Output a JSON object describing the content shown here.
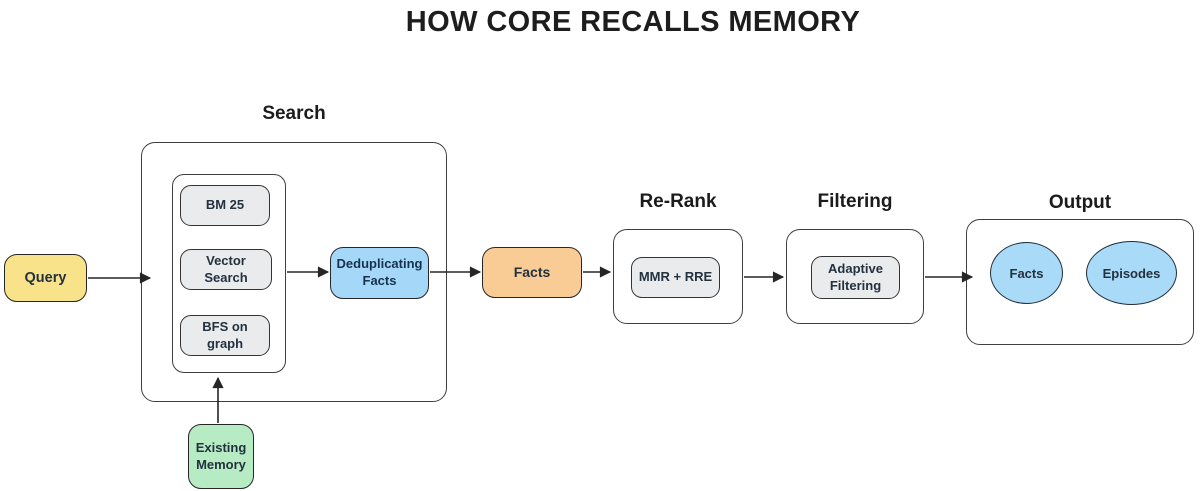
{
  "title": "HOW CORE RECALLS MEMORY",
  "groups": {
    "search": {
      "label": "Search"
    },
    "rerank": {
      "label": "Re-Rank"
    },
    "filtering": {
      "label": "Filtering"
    },
    "output": {
      "label": "Output"
    }
  },
  "nodes": {
    "query": {
      "label": "Query"
    },
    "bm25": {
      "label": "BM 25"
    },
    "vector_search": {
      "label": "Vector Search"
    },
    "bfs_on_graph": {
      "label": "BFS on graph"
    },
    "deduplicating_facts": {
      "label": "Deduplicating Facts"
    },
    "facts": {
      "label": "Facts"
    },
    "mmr_rre": {
      "label": "MMR + RRE"
    },
    "adaptive_filtering": {
      "label": "Adaptive Filtering"
    },
    "facts_output": {
      "label": "Facts"
    },
    "episodes": {
      "label": "Episodes"
    },
    "existing_memory": {
      "label": "Existing Memory"
    }
  },
  "edges": [
    {
      "from": "query",
      "to": "search-group"
    },
    {
      "from": "search-methods",
      "to": "deduplicating_facts"
    },
    {
      "from": "deduplicating_facts",
      "to": "facts"
    },
    {
      "from": "facts",
      "to": "rerank-group"
    },
    {
      "from": "rerank-group",
      "to": "filtering-group"
    },
    {
      "from": "filtering-group",
      "to": "facts_output"
    },
    {
      "from": "existing_memory",
      "to": "search-methods"
    }
  ],
  "colors": {
    "background": "#FFFFFF",
    "text_dark": "#1D1D1D",
    "node_text": "#24313F",
    "yellow_fill": "#F9E38A",
    "blue_fill": "#A4D7F8",
    "orange_fill": "#F9CC96",
    "green_fill": "#B6EBC3",
    "gray_fill": "#E9EBED",
    "ellipse_fill": "#A9DAF8",
    "border_dark": "#262626",
    "container_border": "#3F3F3F"
  }
}
